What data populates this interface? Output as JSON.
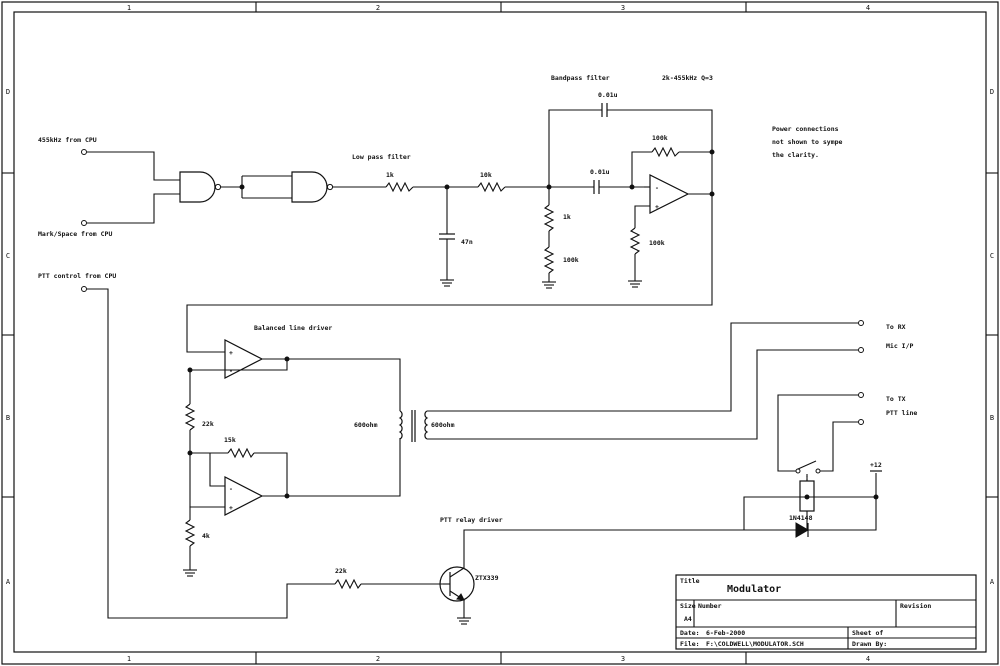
{
  "border": {
    "zones_top": [
      "1",
      "2",
      "3",
      "4"
    ],
    "zones_bottom": [
      "1",
      "2",
      "3",
      "4"
    ],
    "zones_left": [
      "D",
      "C",
      "B",
      "A"
    ],
    "zones_right": [
      "D",
      "C",
      "B",
      "A"
    ]
  },
  "inputs": {
    "clock": "455kHz from CPU",
    "markspace": "Mark/Space from CPU",
    "ptt": "PTT control from CPU"
  },
  "filters": {
    "lowpass_title": "Low pass filter",
    "bandpass_title": "Bandpass filter",
    "bandpass_spec": "2k-455kHz Q=3"
  },
  "components": {
    "r_lp": "1k",
    "c_lp": "47n",
    "r_series": "10k",
    "r_div_top": "1k",
    "r_div_bot": "100k",
    "c_fb": "0.01u",
    "c_in": "0.01u",
    "r_fb": "100k",
    "r_opamp_gnd": "100k",
    "r_line_a": "22k",
    "r_line_b": "15k",
    "r_bias": "4k",
    "xfmr_primary": "600ohm",
    "xfmr_secondary": "600ohm",
    "r_base": "22k",
    "transistor": "ZTX339",
    "diode": "1N4148",
    "supply": "+12"
  },
  "labels": {
    "power_note": "Power connections not shown to sympe the clarity.",
    "line_driver": "Balanced line driver",
    "relay_driver": "PTT relay driver",
    "to_rx": "To RX",
    "mic_io": "Mic I/P",
    "to_tx": "To TX",
    "ptt_line": "PTT line"
  },
  "title_block": {
    "title_label": "Title",
    "title": "Modulator",
    "size_label": "Size",
    "size": "A4",
    "number_label": "Number",
    "revision_label": "Revision",
    "date_label": "Date:",
    "date": "6-Feb-2000",
    "sheet_label": "Sheet of",
    "file_label": "File:",
    "file": "F:\\COLDWELL\\MODULATOR.SCH",
    "drawn_label": "Drawn By:"
  }
}
